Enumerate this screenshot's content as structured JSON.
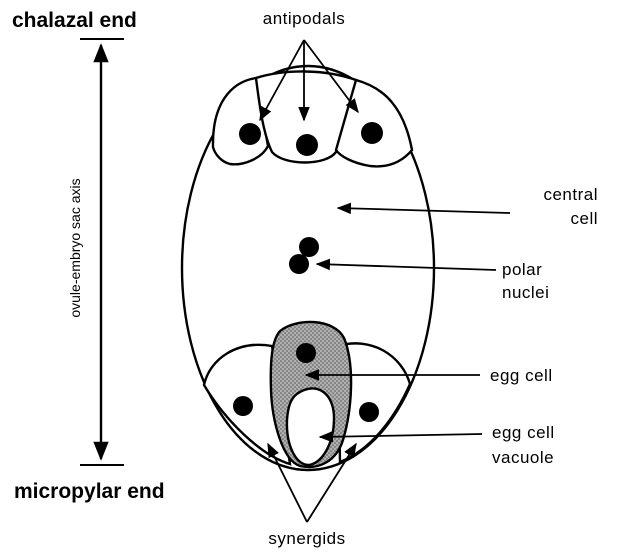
{
  "labels": {
    "chalazal_end": "chalazal end",
    "micropylar_end": "micropylar end",
    "axis": "ovule-embryo sac axis",
    "antipodals": "antipodals",
    "central_cell": [
      "central",
      "cell"
    ],
    "polar_nuclei": [
      "polar",
      "nuclei"
    ],
    "egg_cell": "egg   cell",
    "egg_cell_vacuole": [
      "egg   cell",
      "vacuole"
    ],
    "synergids": "synergids"
  },
  "colors": {
    "line": "#000000",
    "egg_cell_fill": "#a8a8a8",
    "background": "#ffffff"
  }
}
